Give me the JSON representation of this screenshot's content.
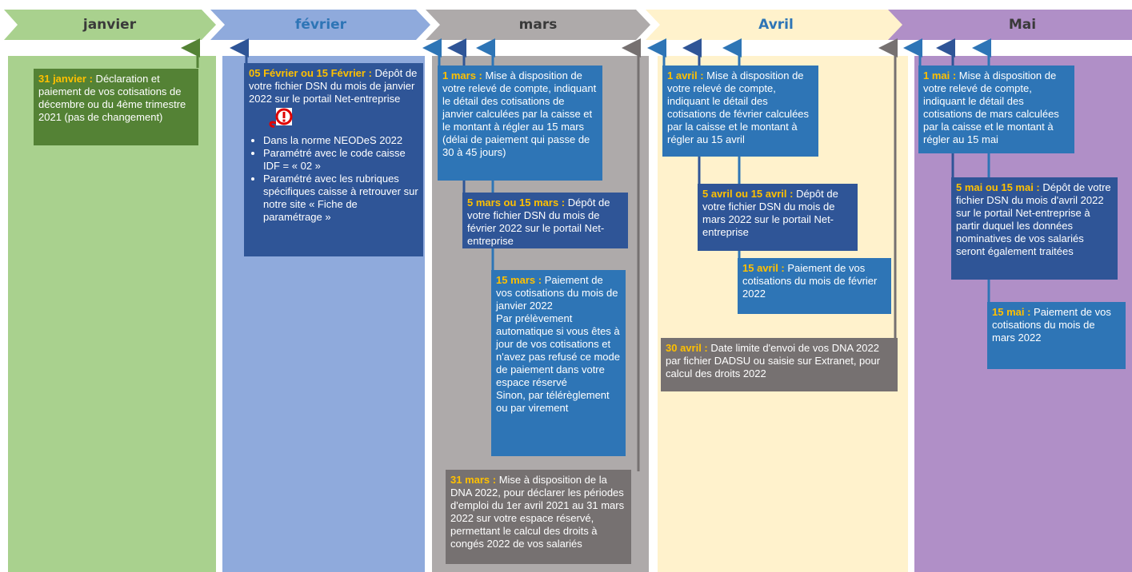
{
  "months": [
    {
      "name": "janvier",
      "color": "#a9d18e",
      "text_color": "#3a3a3a"
    },
    {
      "name": "février",
      "color": "#8faadc",
      "text_color": "#2e75b6"
    },
    {
      "name": "mars",
      "color": "#aeaaaa",
      "text_color": "#3a3a3a"
    },
    {
      "name": "Avril",
      "color": "#fff2cc",
      "text_color": "#2e75b6"
    },
    {
      "name": "Mai",
      "color": "#b08fc7",
      "text_color": "#3a3a3a"
    }
  ],
  "colors": {
    "dark_green": "#548235",
    "dark_blue": "#2f5597",
    "mid_blue": "#2e75b6",
    "gray": "#767171",
    "highlight": "#ffc000",
    "warning_red": "#e00000"
  },
  "events": {
    "jan31": {
      "date": "31 janvier :",
      "text": " Déclaration et paiement de vos cotisations de décembre ou du 4ème trimestre 2021 (pas de changement)"
    },
    "feb": {
      "date": "05 Février ou 15 Février :",
      "text": " Dépôt de votre fichier DSN du mois de janvier 2022 sur le portail Net-entreprise",
      "icon": "warning-exclamation-icon",
      "bullets": [
        "Dans la norme NEODeS 2022",
        "Paramétré avec le code caisse IDF = « 02 »",
        "Paramétré avec les rubriques spécifiques caisse à retrouver sur notre site « Fiche de paramétrage »"
      ]
    },
    "mar1": {
      "date": "1 mars :",
      "text": " Mise à disposition de votre relevé de compte, indiquant le détail des cotisations de janvier calculées par la caisse et le montant à régler au 15 mars (délai de paiement qui passe de 30 à 45 jours)"
    },
    "mar5": {
      "date": "5 mars ou 15 mars :",
      "text": " Dépôt de votre fichier DSN du mois de février 2022 sur le portail Net-entreprise"
    },
    "mar15": {
      "date": "15 mars :",
      "text": " Paiement de vos cotisations du mois de janvier 2022",
      "extra": "Par prélèvement automatique si vous êtes à jour de vos cotisations et n'avez pas refusé ce mode de paiement dans votre espace réservé",
      "extra2": "Sinon, par télérèglement ou par virement"
    },
    "mar31": {
      "date": "31 mars :",
      "text": " Mise à disposition de la DNA 2022, pour déclarer les périodes d'emploi du 1er avril 2021 au 31 mars 2022 sur votre espace réservé, permettant le calcul des droits à congés 2022 de vos salariés"
    },
    "apr1": {
      "date": "1 avril :",
      "text": " Mise à disposition de votre relevé de compte, indiquant le détail des cotisations de février calculées par la caisse et le montant à régler au 15 avril"
    },
    "apr5": {
      "date": "5 avril ou 15 avril :",
      "text": " Dépôt de votre fichier DSN du mois de mars 2022 sur le portail Net-entreprise"
    },
    "apr15": {
      "date": "15 avril :",
      "text": "  Paiement de vos cotisations du mois de février 2022"
    },
    "apr30": {
      "date": "30 avril :",
      "text": " Date limite d'envoi de vos DNA 2022 par fichier DADSU ou saisie sur Extranet, pour calcul des droits 2022"
    },
    "may1": {
      "date": "1 mai :",
      "text": " Mise à disposition de votre relevé de compte, indiquant le détail des cotisations de mars calculées par la caisse et le montant à régler au 15 mai"
    },
    "may5": {
      "date": "5 mai ou 15 mai :",
      "text": " Dépôt de votre fichier DSN du mois d'avril 2022 sur le portail Net-entreprise à partir duquel les données nominatives de vos salariés seront également traitées"
    },
    "may15": {
      "date": "15 mai :",
      "text": "  Paiement de vos cotisations du mois de mars 2022"
    }
  }
}
